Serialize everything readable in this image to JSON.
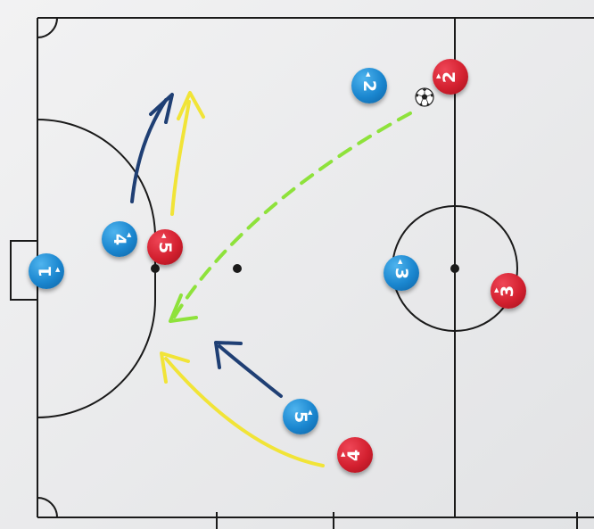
{
  "diagram": {
    "kind": "futsal tactics board",
    "colors": {
      "line": "#1a1a1a",
      "blue_team": "#1a86cf",
      "red_team": "#d3202f",
      "navy_arrow": "#1f3f74",
      "yellow_arrow": "#f1e437",
      "pass_line": "#8ee23b",
      "board": "#e9eaeb"
    },
    "players": [
      {
        "id": "blue-1",
        "team": "blue",
        "label": "1",
        "orientation": "rotated -90deg"
      },
      {
        "id": "blue-2",
        "team": "blue",
        "label": "2",
        "orientation": "rotated 90deg"
      },
      {
        "id": "blue-3",
        "team": "blue",
        "label": "3",
        "orientation": "rotated 90deg"
      },
      {
        "id": "blue-4",
        "team": "blue",
        "label": "4",
        "orientation": "rotated 90deg"
      },
      {
        "id": "blue-5",
        "team": "blue",
        "label": "5",
        "orientation": "rotated 90deg"
      },
      {
        "id": "red-2",
        "team": "red",
        "label": "2",
        "orientation": "rotated -90deg"
      },
      {
        "id": "red-3",
        "team": "red",
        "label": "3",
        "orientation": "rotated -90deg"
      },
      {
        "id": "red-4",
        "team": "red",
        "label": "4",
        "orientation": "rotated -90deg"
      },
      {
        "id": "red-5",
        "team": "red",
        "label": "5",
        "orientation": "rotated 90deg"
      }
    ],
    "ball": {
      "icon": "soccer-ball-icon"
    },
    "arrows": [
      {
        "id": "pass",
        "style": "dashed",
        "color": "pass_line",
        "from": "ball",
        "to": "edge of penalty arc"
      },
      {
        "id": "blue-4-run",
        "style": "solid",
        "color": "navy_arrow",
        "from": "blue-4",
        "direction": "up"
      },
      {
        "id": "red-5-run",
        "style": "solid",
        "color": "yellow_arrow",
        "from": "red-5",
        "direction": "up"
      },
      {
        "id": "blue-5-run",
        "style": "solid",
        "color": "navy_arrow",
        "from": "blue-5",
        "direction": "up-left"
      },
      {
        "id": "red-4-run",
        "style": "solid",
        "color": "yellow_arrow",
        "from": "red-4",
        "direction": "up-left"
      }
    ]
  }
}
